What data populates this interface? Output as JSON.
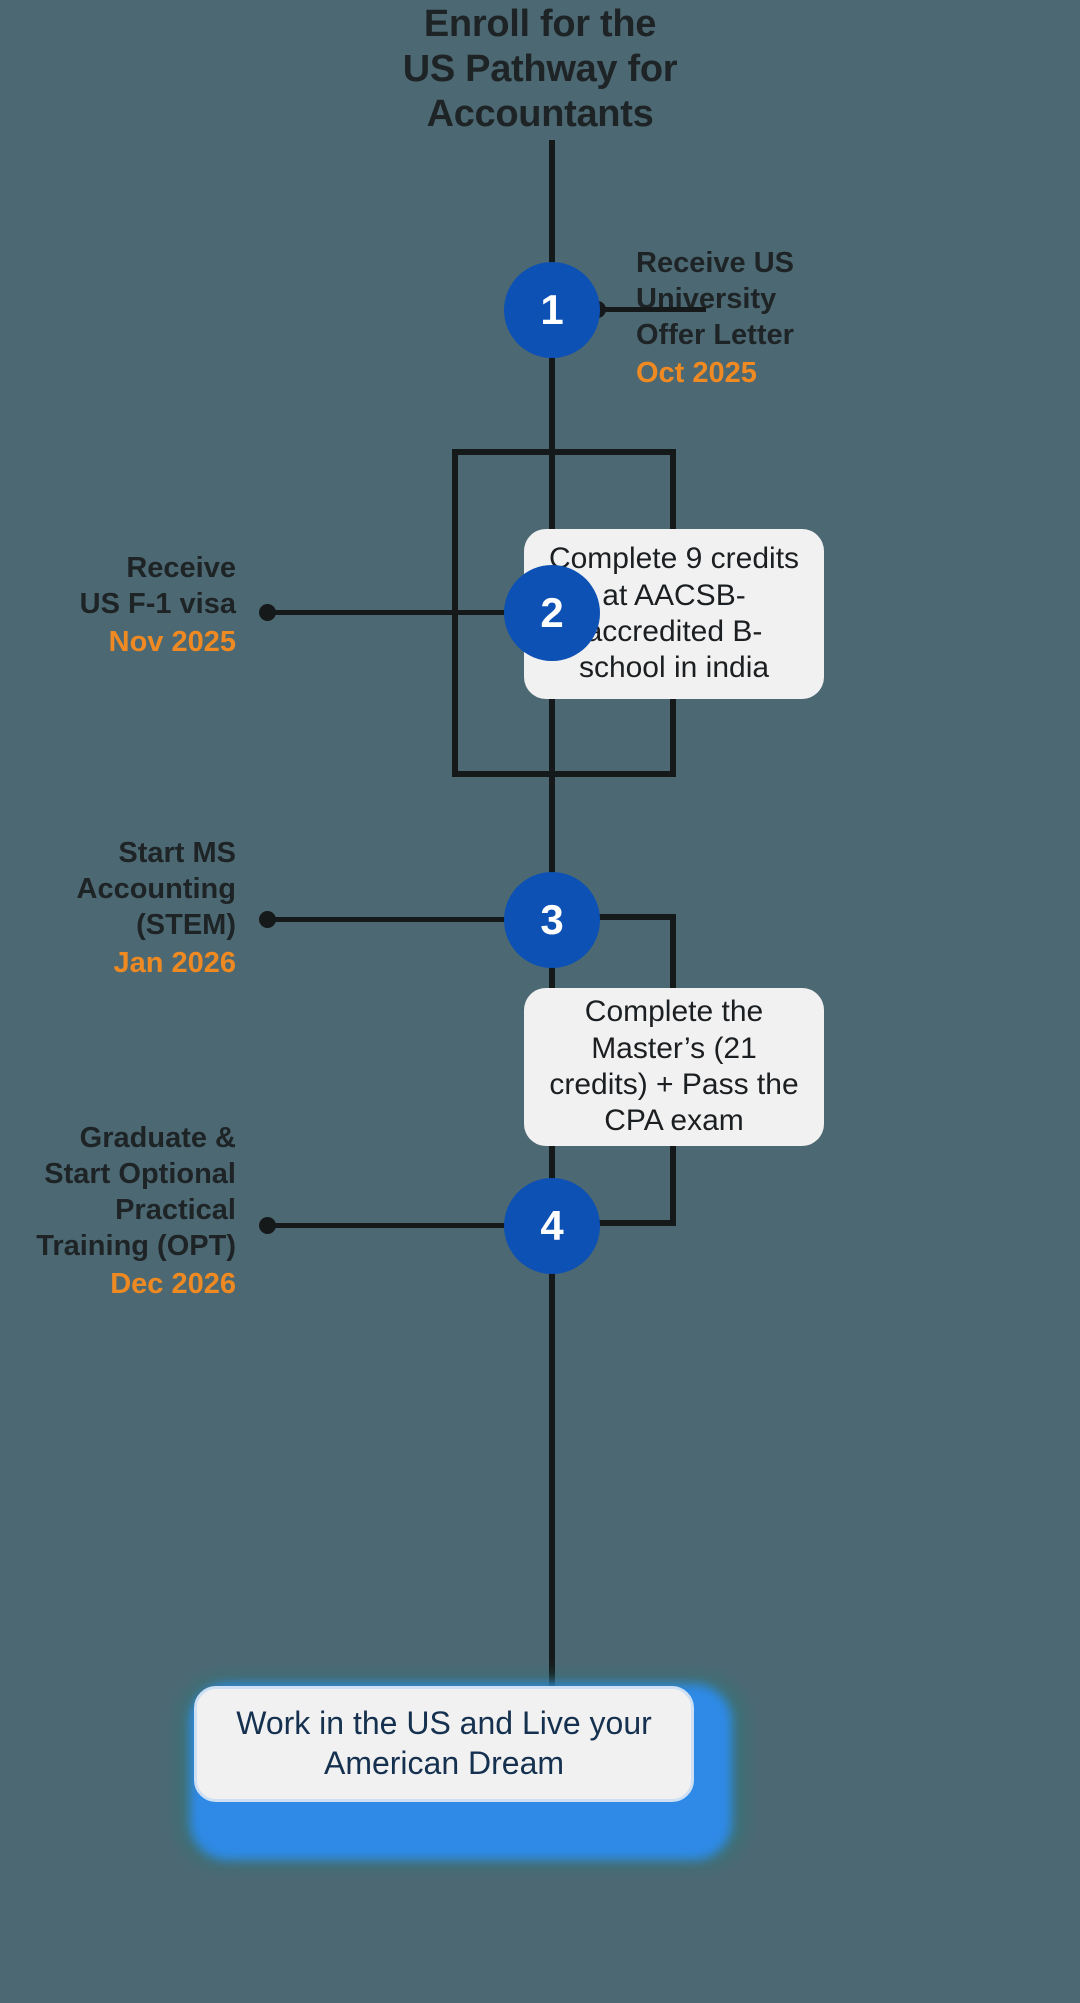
{
  "title": "Enroll for the\nUS Pathway for\nAccountants",
  "title_lines": [
    "Enroll for the",
    "US Pathway for",
    "Accountants"
  ],
  "colors": {
    "background": "#4c6873",
    "node_blue": "#0d51b5",
    "accent_orange": "#ef8a22",
    "line_dark": "#15191a",
    "callout_bg": "#f1f1f1",
    "cta_glow_blue": "#2e8ae6",
    "cta_glow_teal": "#2f7a7a",
    "cta_text": "#15314f"
  },
  "steps": [
    {
      "number": "1",
      "side": "right",
      "label": "Receive US University Offer Letter",
      "label_lines": [
        "Receive US",
        "University",
        "Offer Letter"
      ],
      "date": "Oct 2025"
    },
    {
      "number": "2",
      "side": "left",
      "label": "Receive US F-1 visa",
      "label_lines": [
        "Receive",
        "US F-1 visa"
      ],
      "date": "Nov 2025"
    },
    {
      "number": "3",
      "side": "left",
      "label": "Start MS Accounting (STEM)",
      "label_lines": [
        "Start MS",
        "Accounting",
        "(STEM)"
      ],
      "date": "Jan 2026"
    },
    {
      "number": "4",
      "side": "left",
      "label": "Graduate & Start Optional Practical Training (OPT)",
      "label_lines": [
        "Graduate &",
        "Start Optional",
        "Practical",
        "Training (OPT)"
      ],
      "date": "Dec 2026"
    }
  ],
  "callouts": [
    {
      "text": "Complete 9 credits at AACSB-accredited B-school in india",
      "linked_step": "2"
    },
    {
      "text": "Complete the Master’s (21 credits) + Pass the CPA exam",
      "linked_step": "3"
    }
  ],
  "cta": {
    "text": "Work in the US and Live your American Dream"
  }
}
